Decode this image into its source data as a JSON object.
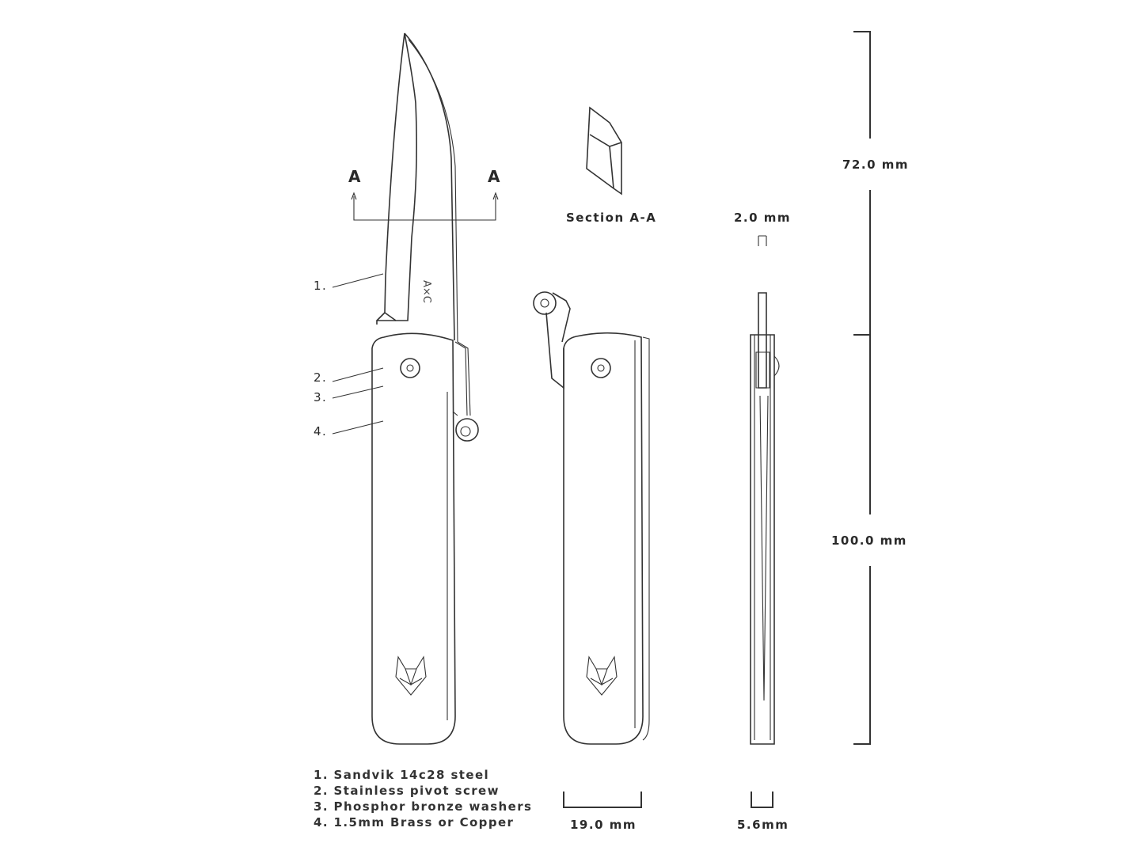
{
  "section": {
    "marker": "A",
    "label": "Section A-A"
  },
  "callouts": [
    "1.",
    "2.",
    "3.",
    "4."
  ],
  "legend": [
    "1. Sandvik 14c28 steel",
    "2. Stainless pivot screw",
    "3. Phosphor bronze washers",
    "4. 1.5mm Brass or Copper"
  ],
  "dimensions": {
    "blade_length": "72.0 mm",
    "handle_length": "100.0 mm",
    "handle_width": "19.0 mm",
    "thickness": "5.6mm",
    "blade_thickness": "2.0 mm"
  },
  "logo_text": "A C"
}
